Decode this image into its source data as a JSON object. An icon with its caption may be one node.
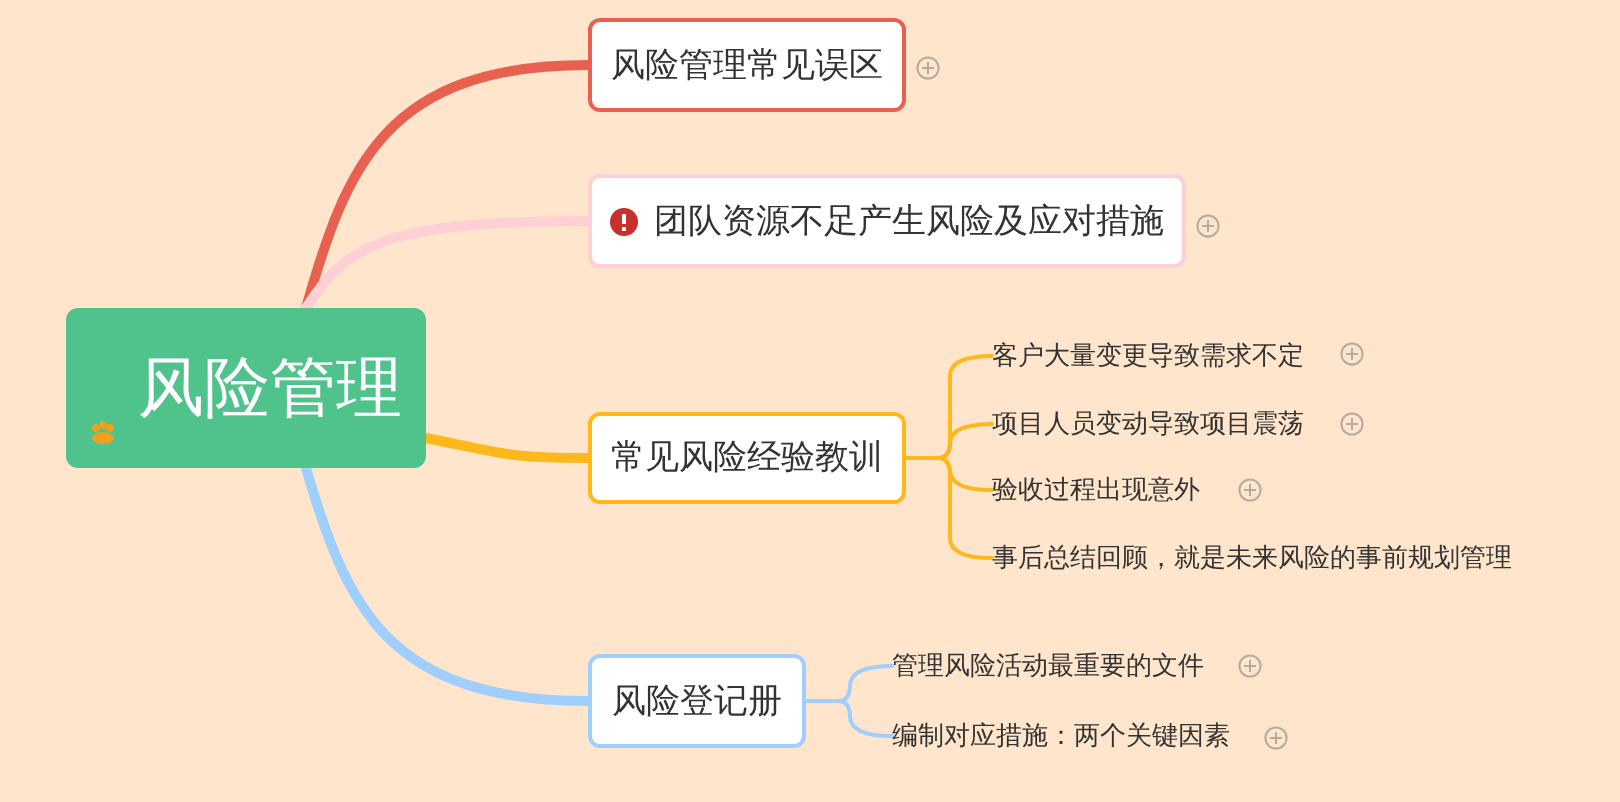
{
  "diagram": {
    "nodes": [
      {
        "text": [
          "风险管理"
        ]
      },
      {
        "text": [
          "风险管理常见误区"
        ]
      },
      {
        "text": [
          "团队资源不足产生风险及应对措施"
        ]
      },
      {
        "text": [
          "常见风险经验教训"
        ]
      },
      {
        "text": [
          "风险登记册"
        ]
      },
      {
        "text": [
          "客户大量变更导致需求不定"
        ]
      },
      {
        "text": [
          "项目人员变动导致项目震荡"
        ]
      },
      {
        "text": [
          "验收过程出现意外"
        ]
      },
      {
        "text": [
          "事后总结回顾，就是未来风险的事前规划管理"
        ]
      },
      {
        "text": [
          "管理风险活动最重要的文件"
        ]
      },
      {
        "text": [
          "编制对应措施：两个关键因素"
        ]
      }
    ],
    "edges": [
      {
        "from": 0,
        "to": 1,
        "arrow": "none",
        "style": "thick",
        "color": "#e8604f"
      },
      {
        "from": 0,
        "to": 2,
        "arrow": "none",
        "style": "thick",
        "color": "#ffcfd6"
      },
      {
        "from": 0,
        "to": 3,
        "arrow": "none",
        "style": "thick",
        "color": "#ffb81c"
      },
      {
        "from": 0,
        "to": 4,
        "arrow": "none",
        "style": "thick",
        "color": "#9fcfff"
      },
      {
        "from": 3,
        "to": 5,
        "arrow": "none",
        "color": "#ffb81c"
      },
      {
        "from": 3,
        "to": 6,
        "arrow": "none",
        "color": "#ffb81c"
      },
      {
        "from": 3,
        "to": 7,
        "arrow": "none",
        "color": "#ffb81c"
      },
      {
        "from": 3,
        "to": 8,
        "arrow": "none",
        "color": "#ffb81c"
      },
      {
        "from": 4,
        "to": 9,
        "arrow": "none",
        "color": "#9fcfff"
      },
      {
        "from": 4,
        "to": 10,
        "arrow": "none",
        "color": "#9fcfff"
      }
    ]
  }
}
